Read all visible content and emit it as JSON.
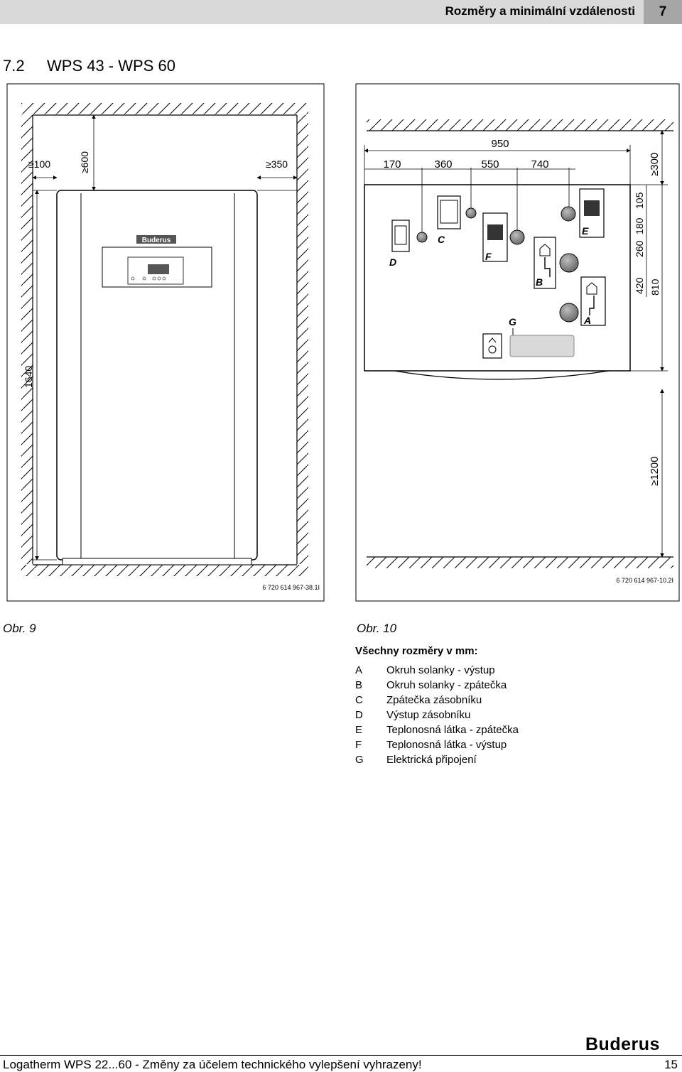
{
  "header": {
    "title": "Rozměry a minimální vzdálenosti",
    "chapter": "7"
  },
  "section": {
    "number": "7.2",
    "title": "WPS 43 - WPS 60"
  },
  "fig9": {
    "dims": {
      "left_clearance": "≥100",
      "top_clearance": "≥600",
      "right_clearance": "≥350",
      "height": "1640"
    },
    "brand": "Buderus",
    "code": "6 720 614 967-38.1I",
    "caption": "Obr. 9"
  },
  "fig10": {
    "dims": {
      "width": "950",
      "d170": "170",
      "d360": "360",
      "d550": "550",
      "d740": "740",
      "top": "≥300",
      "v105": "105",
      "v180": "180",
      "v260": "260",
      "v420": "420",
      "v810": "810",
      "bottom": "≥1200"
    },
    "labels": {
      "A": "A",
      "B": "B",
      "C": "C",
      "D": "D",
      "E": "E",
      "F": "F",
      "G": "G"
    },
    "code": "6 720 614 967-10.2I",
    "caption": "Obr. 10"
  },
  "legend": {
    "title": "Všechny rozměry v mm:",
    "items": [
      {
        "key": "A",
        "text": "Okruh solanky - výstup"
      },
      {
        "key": "B",
        "text": "Okruh solanky - zpátečka"
      },
      {
        "key": "C",
        "text": "Zpátečka zásobníku"
      },
      {
        "key": "D",
        "text": "Výstup zásobníku"
      },
      {
        "key": "E",
        "text": "Teplonosná látka - zpátečka"
      },
      {
        "key": "F",
        "text": "Teplonosná látka - výstup"
      },
      {
        "key": "G",
        "text": "Elektrická připojení"
      }
    ]
  },
  "footer": {
    "text": "Logatherm WPS 22...60 - Změny za účelem technického vylepšení vyhrazeny!",
    "page": "15",
    "brand": "Buderus"
  }
}
